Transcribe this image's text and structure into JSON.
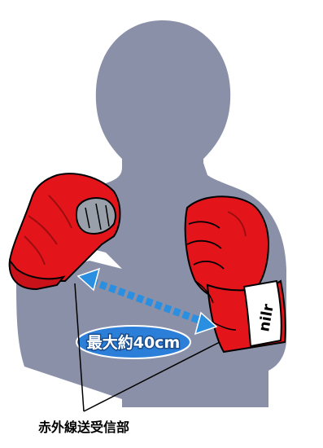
{
  "diagram": {
    "distance_label": "最大約40cm",
    "caption": "赤外線送受信部",
    "glove_brand": "nilr",
    "colors": {
      "silhouette": "#8a90a8",
      "glove_red": "#e3151b",
      "glove_dark": "#9c0d10",
      "arrow_blue": "#2a8fe0",
      "label_bubble": "#2b7fd9"
    }
  }
}
